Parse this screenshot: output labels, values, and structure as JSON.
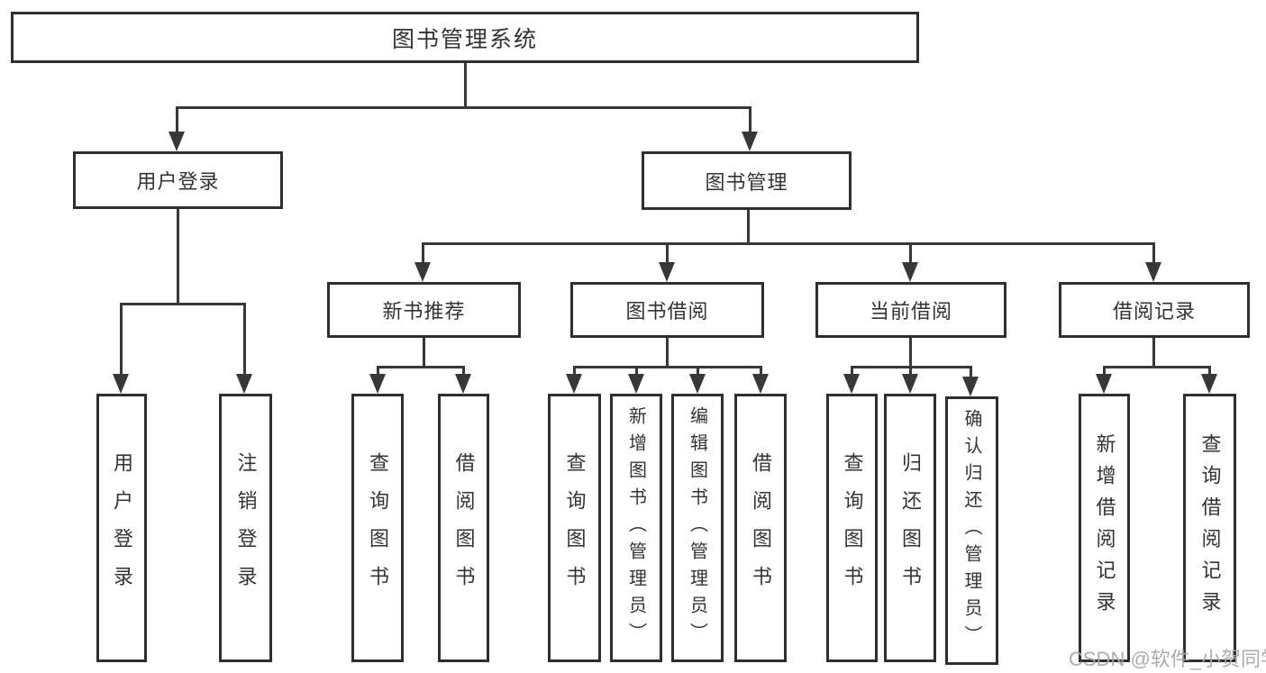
{
  "diagram_type": "functional-structure-tree",
  "colors": {
    "line": "#383838",
    "box_border": "#2f2f2f",
    "text": "#333333",
    "background": "#ffffff",
    "watermark": "#aca6a6"
  },
  "tree": {
    "label": "图书管理系统",
    "children": [
      {
        "label": "用户登录",
        "children": [
          {
            "label": "用户登录"
          },
          {
            "label": "注销登录"
          }
        ]
      },
      {
        "label": "图书管理",
        "children": [
          {
            "label": "新书推荐",
            "children": [
              {
                "label": "查询图书"
              },
              {
                "label": "借阅图书"
              }
            ]
          },
          {
            "label": "图书借阅",
            "children": [
              {
                "label": "查询图书"
              },
              {
                "label": "新增图书（管理员）"
              },
              {
                "label": "编辑图书（管理员）"
              },
              {
                "label": "借阅图书"
              }
            ]
          },
          {
            "label": "当前借阅",
            "children": [
              {
                "label": "查询图书"
              },
              {
                "label": "归还图书"
              },
              {
                "label": "确认归还（管理员）"
              }
            ]
          },
          {
            "label": "借阅记录",
            "children": [
              {
                "label": "新增借阅记录"
              },
              {
                "label": "查询借阅记录"
              }
            ]
          }
        ]
      }
    ]
  },
  "watermark": {
    "text": "CSDN @软件_小贺同学"
  }
}
